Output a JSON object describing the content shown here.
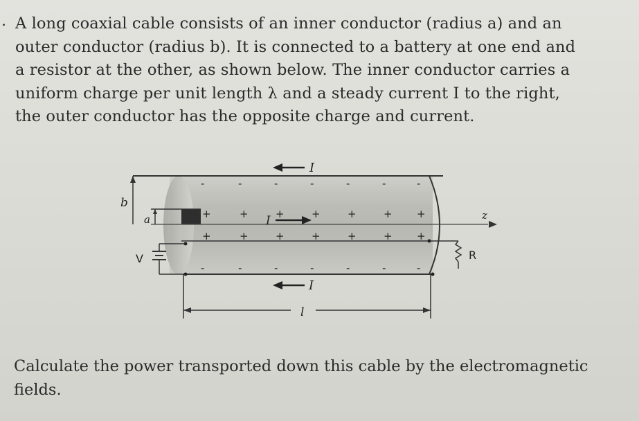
{
  "problem": {
    "bullet": ".",
    "lines": [
      "A long coaxial cable consists of an inner conductor (radius a) and an",
      "outer conductor (radius b). It is connected to a battery at one end and",
      "a resistor at the other, as shown below. The inner conductor carries a",
      "uniform charge per unit length λ and a steady current I to the right,",
      "the outer conductor has the opposite charge and current."
    ]
  },
  "figure": {
    "current_top_label": "I",
    "current_bottom_label": "I",
    "current_inner_label": "I",
    "radius_outer_label": "b",
    "radius_inner_label": "a",
    "battery_label": "V",
    "resistor_label": "R",
    "axis_label": "z",
    "length_label": "l",
    "plus_sign": "+",
    "minus_sign": "-"
  },
  "question": {
    "lines": [
      "Calculate the power transported down this cable by the electromagnetic",
      "fields."
    ]
  }
}
